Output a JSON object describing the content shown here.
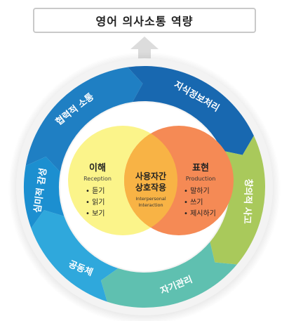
{
  "header": {
    "title": "영어 의사소통 역량"
  },
  "ring": {
    "segments": [
      {
        "label": "협력적 소통",
        "color": "#1f7fc3"
      },
      {
        "label": "지식정보처리",
        "color": "#1868b0"
      },
      {
        "label": "창의적 사고",
        "color": "#a9c95b"
      },
      {
        "label": "자기관리",
        "color": "#5fc0b0"
      },
      {
        "label": "공동체",
        "color": "#2fa8dc"
      },
      {
        "label": "심미적 감성",
        "color": "#1c8fd0"
      }
    ]
  },
  "venn": {
    "left": {
      "title": "이해",
      "subtitle": "Reception",
      "items": [
        "• 듣기",
        "• 읽기",
        "• 보기"
      ],
      "color": "#fbf48a"
    },
    "right": {
      "title": "표현",
      "subtitle": "Production",
      "items": [
        "• 말하기",
        "• 쓰기",
        "• 제시하기"
      ],
      "color": "#f58a55"
    },
    "center": {
      "title_line1": "사용자간",
      "title_line2": "상호작용",
      "sub_line1": "Interpersonal",
      "sub_line2": "Interaction",
      "color": "#f8b345"
    }
  }
}
